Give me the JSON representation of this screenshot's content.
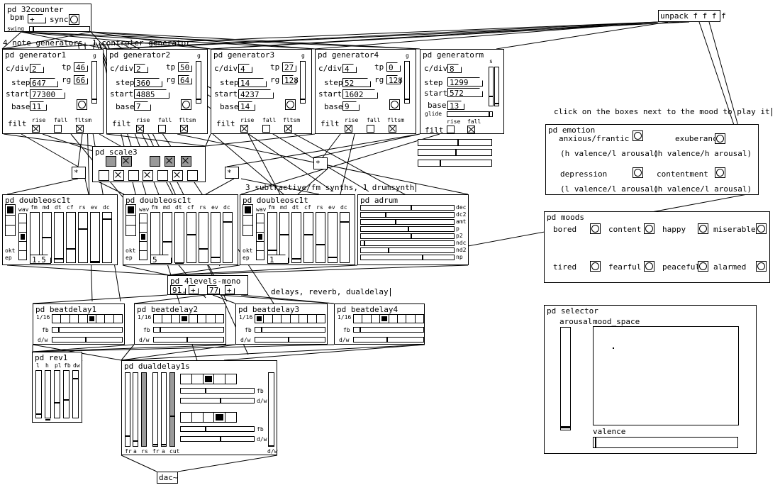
{
  "comments": {
    "note_generators": "4 note generators, 1 controler-generator",
    "click_instruction": "click on the boxes next to the mood to play it",
    "synths": "3 subtractive/fm synths, 1 drumsynth",
    "delays": "delays, reverb, dualdelay"
  },
  "counter": {
    "title": "pd 32counter",
    "bpm_label": "bpm",
    "bpm_value": "+",
    "sync_label": "sync",
    "swing_label": "swing"
  },
  "unpack": {
    "label": "unpack f f f f"
  },
  "generators": [
    {
      "title": "pd generator1",
      "cdiv": "2",
      "tp": "46",
      "rg": "66",
      "step": "647",
      "start": "77300",
      "base": "11"
    },
    {
      "title": "pd generator2",
      "cdiv": "2",
      "tp": "50",
      "rg": "64",
      "step": "360",
      "start": "4885",
      "base": "7"
    },
    {
      "title": "pd generator3",
      "cdiv": "4",
      "tp": "27",
      "rg": "128",
      "step": "14",
      "start": "4237",
      "base": "14"
    },
    {
      "title": "pd generator4",
      "cdiv": "4",
      "tp": "0",
      "rg": "128",
      "step": "52",
      "start": "1602",
      "base": "9"
    }
  ],
  "gen_labels": {
    "cdiv": "c/div",
    "tp": "tp",
    "rg": "rg",
    "step": "step",
    "start": "start",
    "base": "base",
    "filt": "filt",
    "rise": "rise",
    "fall": "fall",
    "fltsm": "fltsm",
    "g": "g",
    "s": "s",
    "glide": "glide"
  },
  "generatorm": {
    "title": "pd generatorm",
    "cdiv": "8",
    "step": "1299",
    "start": "572",
    "base": "13"
  },
  "scale": {
    "title": "pd scale3"
  },
  "multiply": "*",
  "osc_labels": {
    "wav": "wav",
    "fm": "fm",
    "md": "md",
    "dt": "dt",
    "cf": "cf",
    "rs": "rs",
    "ev": "ev",
    "dc": "dc",
    "okt": "okt",
    "ep": "ep"
  },
  "oscs": [
    {
      "title": "pd doubleosc1t",
      "value": "1.5"
    },
    {
      "title": "pd doubleosc1t",
      "value": "5"
    },
    {
      "title": "pd doubleosc1t",
      "value": "1"
    }
  ],
  "adrum": {
    "title": "pd adrum",
    "params": [
      "dec",
      "dc2",
      "amt",
      "p",
      "p2",
      "ndc",
      "nd2",
      "np"
    ]
  },
  "levels": {
    "title": "pd 4levels-mono",
    "v1": "91.",
    "v2": "+",
    "v3": "77",
    "v4": "+"
  },
  "beatdelays": [
    {
      "title": "pd beatdelay1",
      "div": "1/16"
    },
    {
      "title": "pd beatdelay2",
      "div": "1/16"
    },
    {
      "title": "pd beatdelay3",
      "div": "1/16"
    },
    {
      "title": "pd beatdelay4",
      "div": "1/16"
    }
  ],
  "bd_labels": {
    "fb": "fb",
    "dw": "d/w"
  },
  "rev": {
    "title": "pd rev1",
    "labels": [
      "l",
      "h",
      "pl",
      "fb",
      "dw"
    ]
  },
  "dualdelay": {
    "title": "pd dualdelay1s",
    "fb": "fb",
    "dw": "d/w",
    "bottom": [
      "fr",
      "a",
      "rs",
      "fr",
      "a",
      "cut"
    ],
    "dw_bottom": "d/w"
  },
  "dac": {
    "label": "dac~"
  },
  "emotion": {
    "title": "pd emotion",
    "items": [
      {
        "name": "anxious/frantic",
        "desc": "(h valence/l arousal)"
      },
      {
        "name": "exuberance",
        "desc": "(h valence/h arousal)"
      },
      {
        "name": "depression",
        "desc": "(l valence/l arousal)"
      },
      {
        "name": "contentment",
        "desc": "(h valence/l arousal)"
      }
    ]
  },
  "moods": {
    "title": "pd moods",
    "items": [
      "bored",
      "content",
      "happy",
      "miserable",
      "tired",
      "fearful",
      "peaceful",
      "alarmed"
    ]
  },
  "selector": {
    "title": "pd selector",
    "arousal": "arousal",
    "mood_space": "mood_space",
    "valence": "valence"
  }
}
